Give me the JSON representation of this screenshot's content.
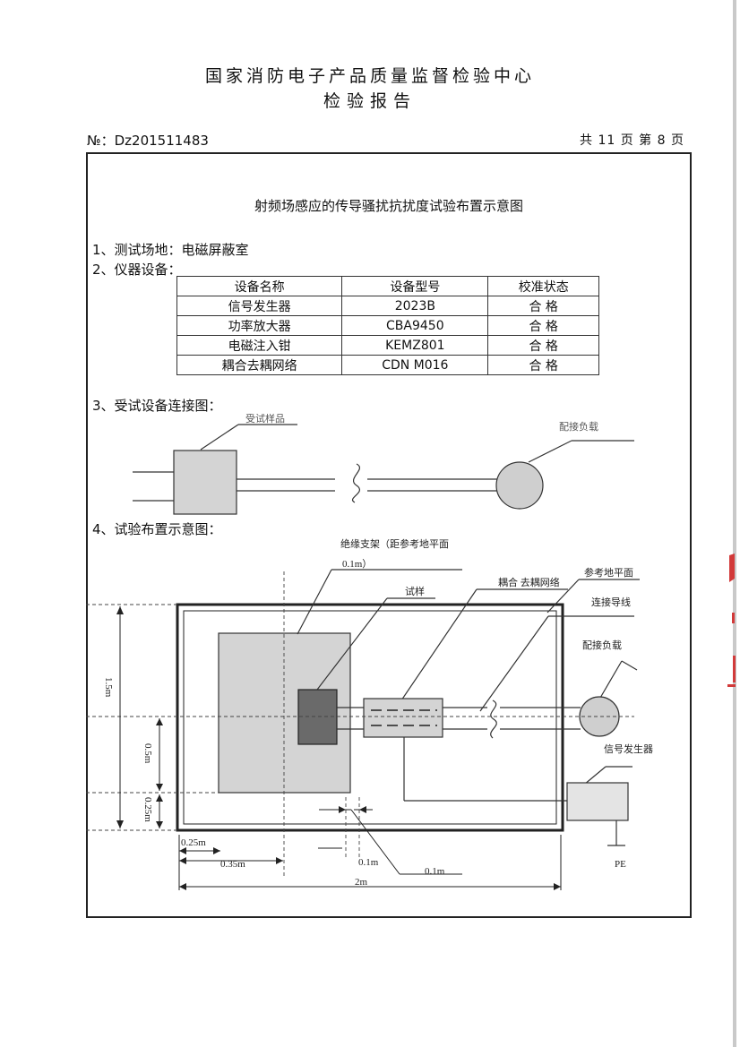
{
  "header": {
    "org": "国家消防电子产品质量监督检验中心",
    "report_title": "检验报告",
    "doc_no_label": "№：",
    "doc_no": "Dz201511483",
    "page_info": "共 11 页   第 8 页"
  },
  "document": {
    "title": "射频场感应的传导骚扰抗扰度试验布置示意图",
    "item1": "1、测试场地：电磁屏蔽室",
    "item2": "2、仪器设备：",
    "item3": "3、受试设备连接图：",
    "item4": "4、试验布置示意图："
  },
  "equipment_table": {
    "headers": [
      "设备名称",
      "设备型号",
      "校准状态"
    ],
    "rows": [
      [
        "信号发生器",
        "2023B",
        "合 格"
      ],
      [
        "功率放大器",
        "CBA9450",
        "合 格"
      ],
      [
        "电磁注入钳",
        "KEMZ801",
        "合 格"
      ],
      [
        "耦合去耦网络",
        "CDN M016",
        "合 格"
      ]
    ]
  },
  "connection_diagram": {
    "sample_label": "受试样品",
    "load_label": "配接负载"
  },
  "layout_diagram": {
    "support_label_1": "绝缘支架（距参考地平面",
    "support_label_2": "0.1m）",
    "sample_label": "试样",
    "cdn_label": "耦合 去耦网络",
    "ground_plane_label": "参考地平面",
    "lead_label": "连接导线",
    "load_label": "配接负载",
    "generator_label": "信号发生器",
    "pe_label": "PE",
    "dim_15m": "1.5m",
    "dim_05m": "0.5m",
    "dim_025m_v": "0.25m",
    "dim_025m_h": "0.25m",
    "dim_035m": "0.35m",
    "dim_01m_a": "0.1m",
    "dim_01m_b": "0.1m",
    "dim_2m": "2m"
  },
  "colors": {
    "box_fill": "#d4d4d4",
    "sample_fill": "#6a6a6a",
    "load_fill": "#cfcfcf",
    "stamp": "#d23a3a"
  }
}
